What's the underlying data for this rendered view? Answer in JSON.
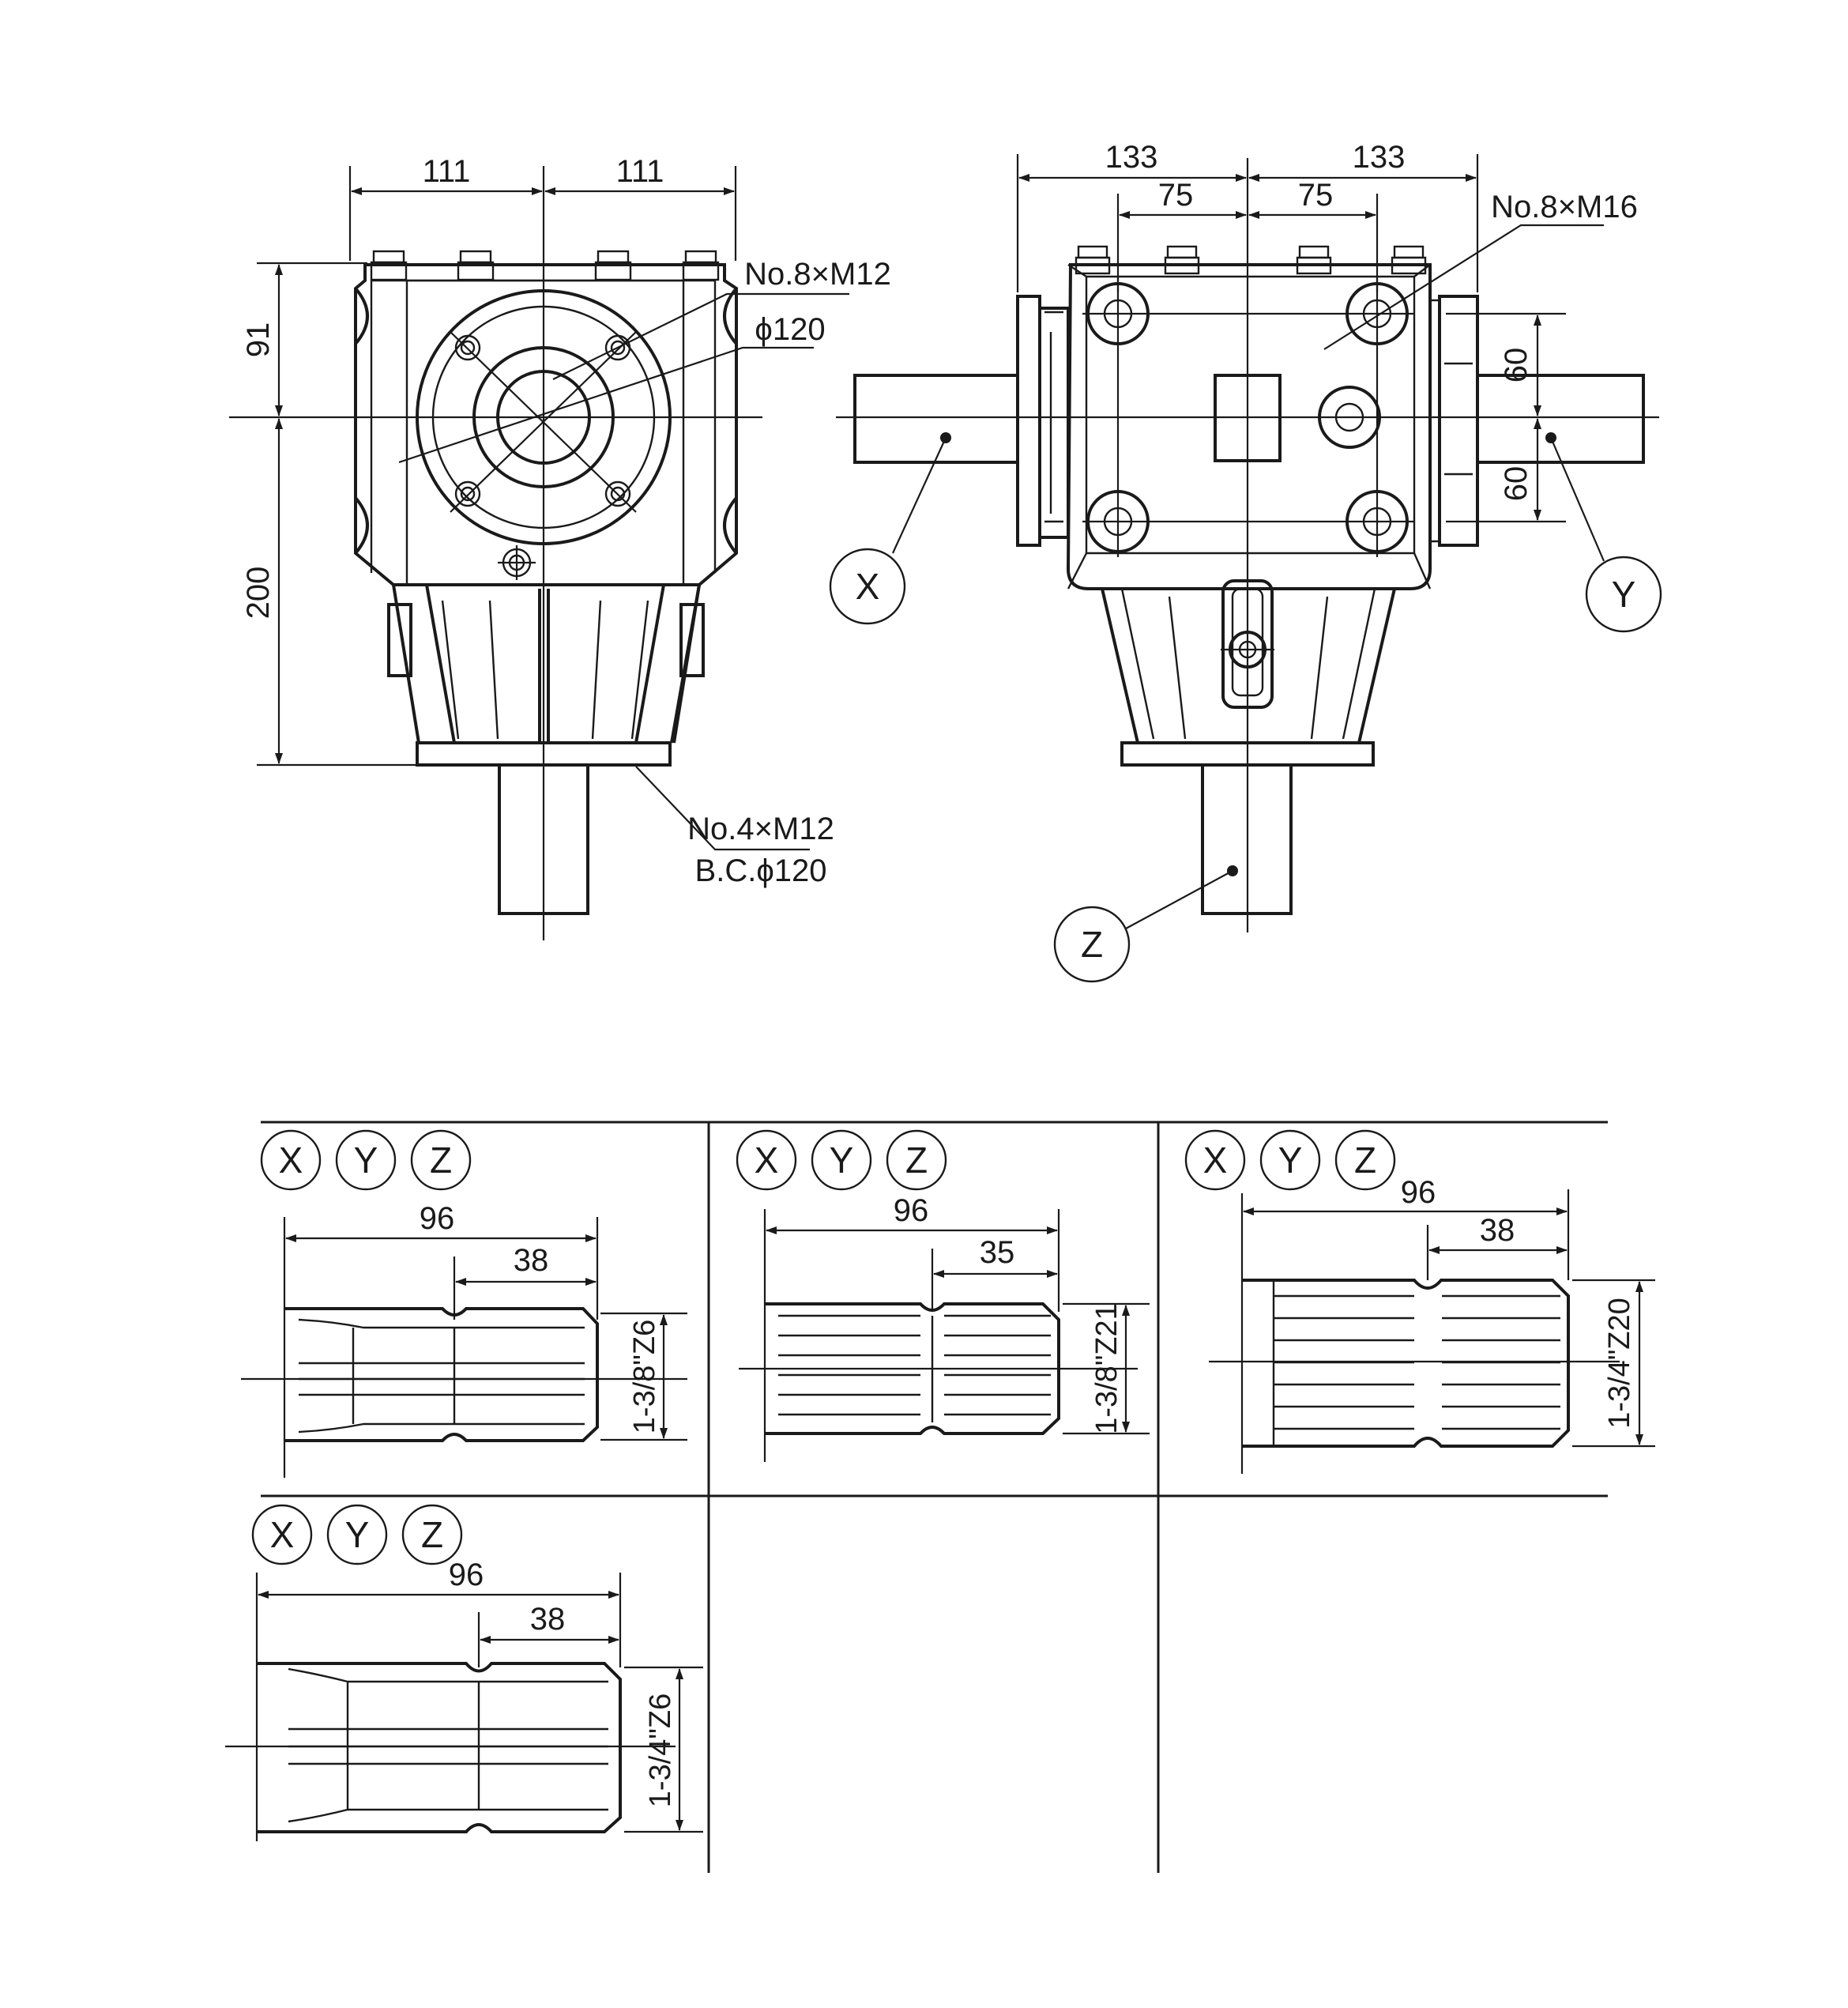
{
  "left_view": {
    "dim_top_left": "111",
    "dim_top_right": "111",
    "dim_side_top": "91",
    "dim_side_bottom": "200",
    "label_bolts": "No.8×M12",
    "label_diameter": "ϕ120",
    "label_base_bolts": "No.4×M12",
    "label_base_circle": "B.C.ϕ120"
  },
  "right_view": {
    "dim_outer_left": "133",
    "dim_outer_right": "133",
    "dim_inner_left": "75",
    "dim_inner_right": "75",
    "label_bolts": "No.8×M16",
    "dim_side_top": "60",
    "dim_side_bottom": "60",
    "shaft_x": "X",
    "shaft_y": "Y",
    "shaft_z": "Z"
  },
  "shaft_options": [
    {
      "tags": [
        "X",
        "Y",
        "Z"
      ],
      "length": "96",
      "groove": "38",
      "spec": "1-3/8\"Z6"
    },
    {
      "tags": [
        "X",
        "Y",
        "Z"
      ],
      "length": "96",
      "groove": "35",
      "spec": "1-3/8\"Z21"
    },
    {
      "tags": [
        "X",
        "Y",
        "Z"
      ],
      "length": "96",
      "groove": "38",
      "spec": "1-3/4\"Z20"
    },
    {
      "tags": [
        "X",
        "Y",
        "Z"
      ],
      "length": "96",
      "groove": "38",
      "spec": "1-3/4\"Z6"
    }
  ],
  "colors": {
    "line": "#1a1a1a",
    "background": "#ffffff"
  }
}
